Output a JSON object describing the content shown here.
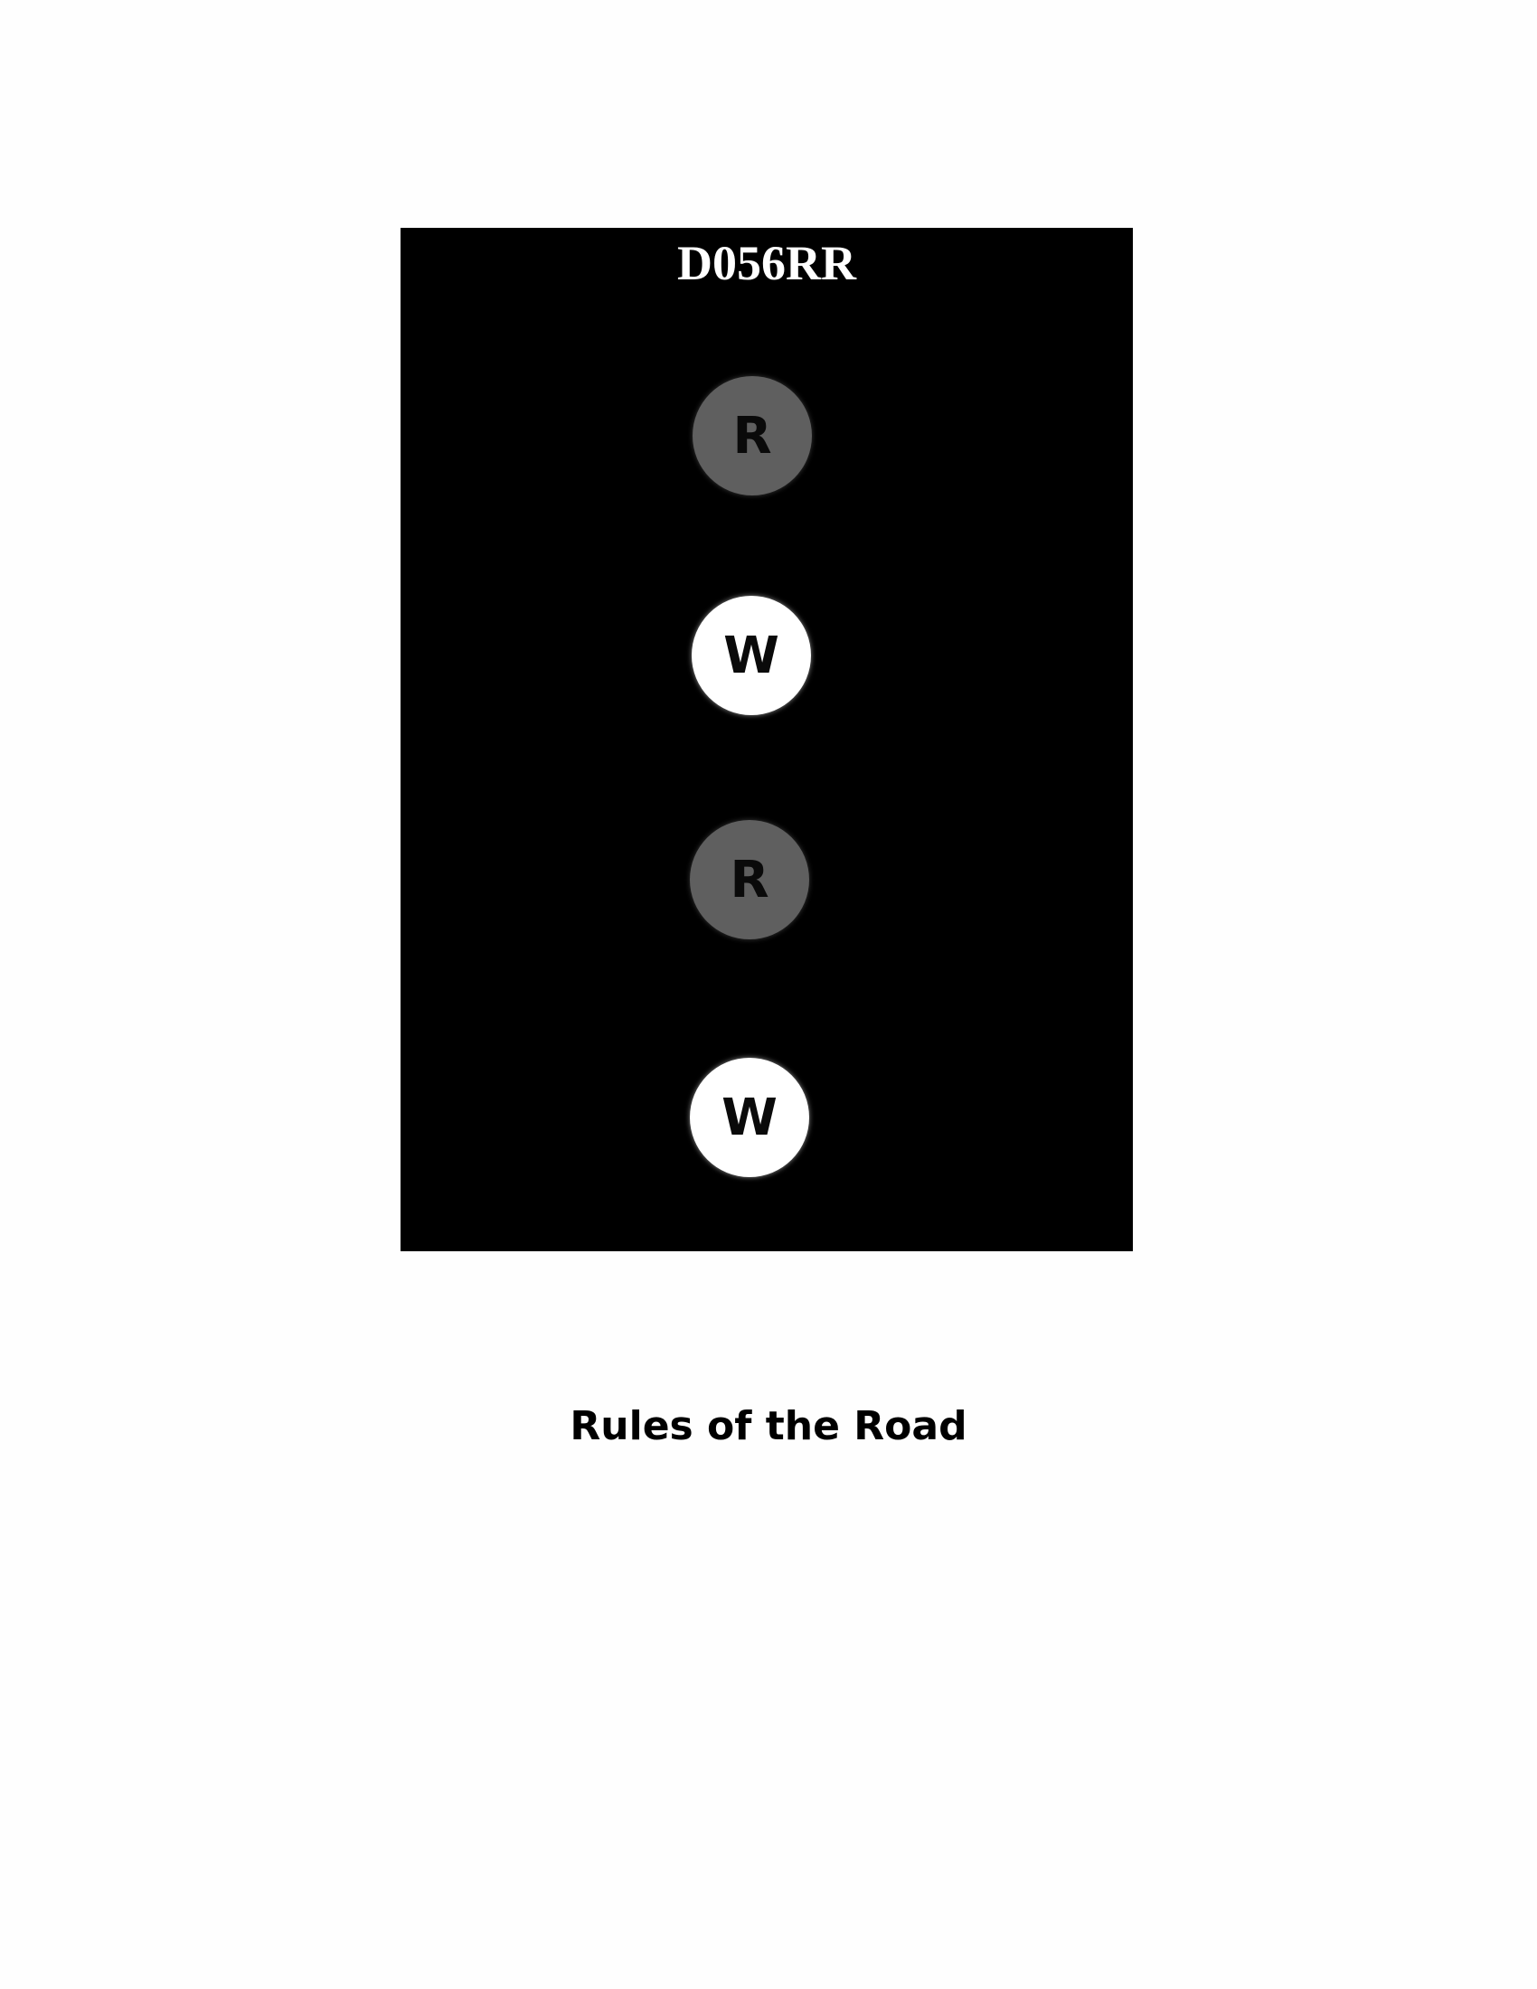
{
  "figure": {
    "code": "D056RR",
    "lights": [
      {
        "letter": "R",
        "color": "#5f5f5f"
      },
      {
        "letter": "W",
        "color": "#ffffff"
      },
      {
        "letter": "R",
        "color": "#5f5f5f"
      },
      {
        "letter": "W",
        "color": "#ffffff"
      }
    ]
  },
  "caption": "Rules of the Road"
}
